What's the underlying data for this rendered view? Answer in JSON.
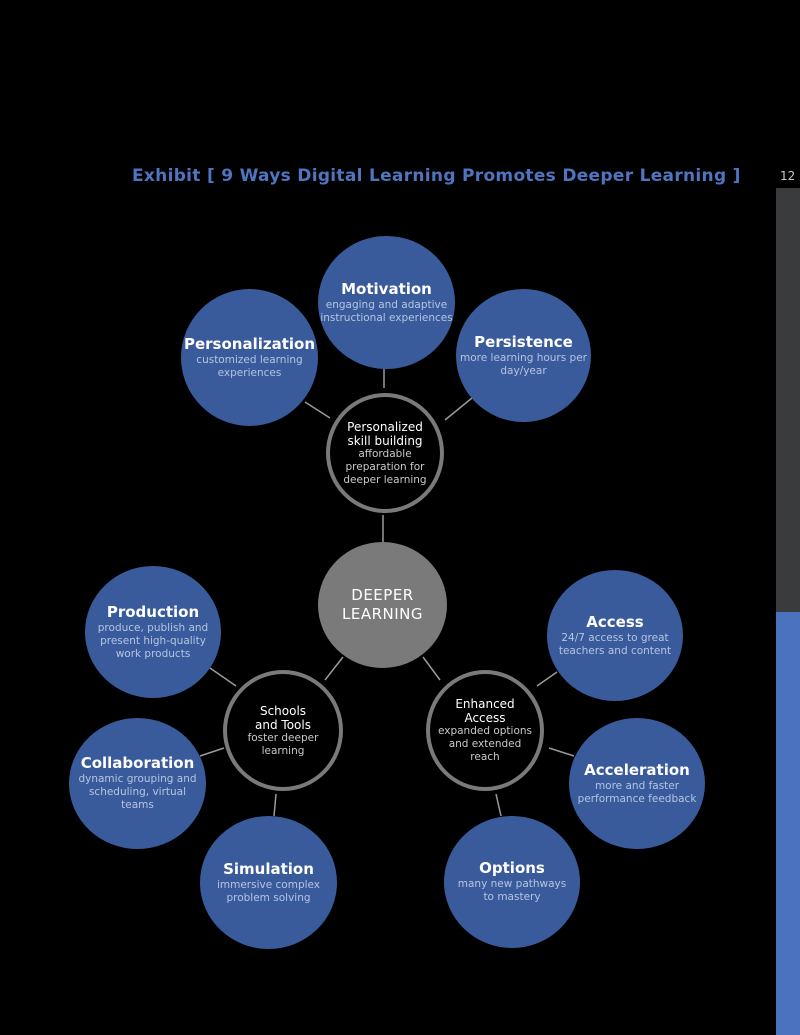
{
  "title": "Exhibit [ 9 Ways Digital Learning Promotes Deeper Learning ]",
  "page_number": "12",
  "colors": {
    "title": "#4f74c0",
    "node": "#3a5b9b",
    "hub_ring": "#7b7a7a",
    "center": "#7b7a7a",
    "side_bar_top": "#3a3b3d",
    "side_bar_bottom": "#4a72be"
  },
  "center": {
    "label": "DEEPER LEARNING"
  },
  "hubs": {
    "personalized": {
      "heading": "Personalized skill building",
      "desc": "affordable preparation for deeper learning"
    },
    "schools": {
      "heading": "Schools and Tools",
      "desc": "foster deeper learning"
    },
    "access": {
      "heading": "Enhanced Access",
      "desc": "expanded options and extended reach"
    }
  },
  "nodes": {
    "motivation": {
      "heading": "Motivation",
      "desc": "engaging and adaptive instructional experiences"
    },
    "personalization": {
      "heading": "Personalization",
      "desc": "customized learning experiences"
    },
    "persistence": {
      "heading": "Persistence",
      "desc": "more learning hours per day/year"
    },
    "production": {
      "heading": "Production",
      "desc": "produce, publish and present high-quality work products"
    },
    "collaboration": {
      "heading": "Collaboration",
      "desc": "dynamic grouping and scheduling, virtual teams"
    },
    "simulation": {
      "heading": "Simulation",
      "desc": "immersive complex problem solving"
    },
    "access": {
      "heading": "Access",
      "desc": "24/7 access to great teachers and content"
    },
    "acceleration": {
      "heading": "Acceleration",
      "desc": "more and faster performance feedback"
    },
    "options": {
      "heading": "Options",
      "desc": "many new pathways to mastery"
    }
  }
}
